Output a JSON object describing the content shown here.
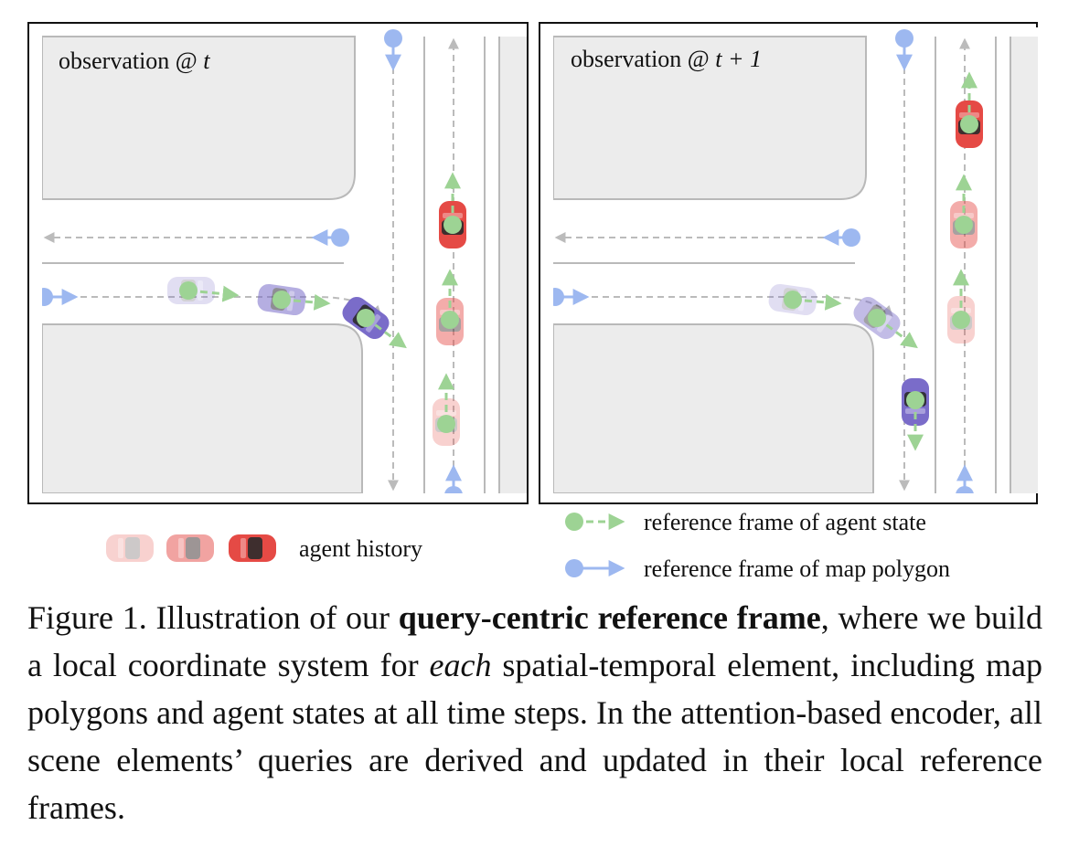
{
  "panels": [
    {
      "label_text": "observation @ ",
      "label_var": "t"
    },
    {
      "label_text": "observation @ ",
      "label_var": "t + 1"
    }
  ],
  "legend": {
    "agent_history": "agent history",
    "agent_state": "reference frame of agent state",
    "map_polygon": "reference frame of map polygon"
  },
  "colors": {
    "agent_frame": "#a8d8a0",
    "map_frame": "#a4bff2",
    "ego_car": "#7a6cc9",
    "other_car": "#e54a45",
    "road_block": "#ececec",
    "road_edge": "#b9b9b9"
  },
  "caption": {
    "p1": "Figure 1.  Illustration of our ",
    "b1": "query-centric reference frame",
    "p2": ", where we build a local coordinate system for ",
    "i1": "each",
    "p3": " spatial-temporal element, including map polygons and agent states at all time steps. In the attention-based encoder, all scene elements’ queries are derived and updated in their local reference frames."
  }
}
